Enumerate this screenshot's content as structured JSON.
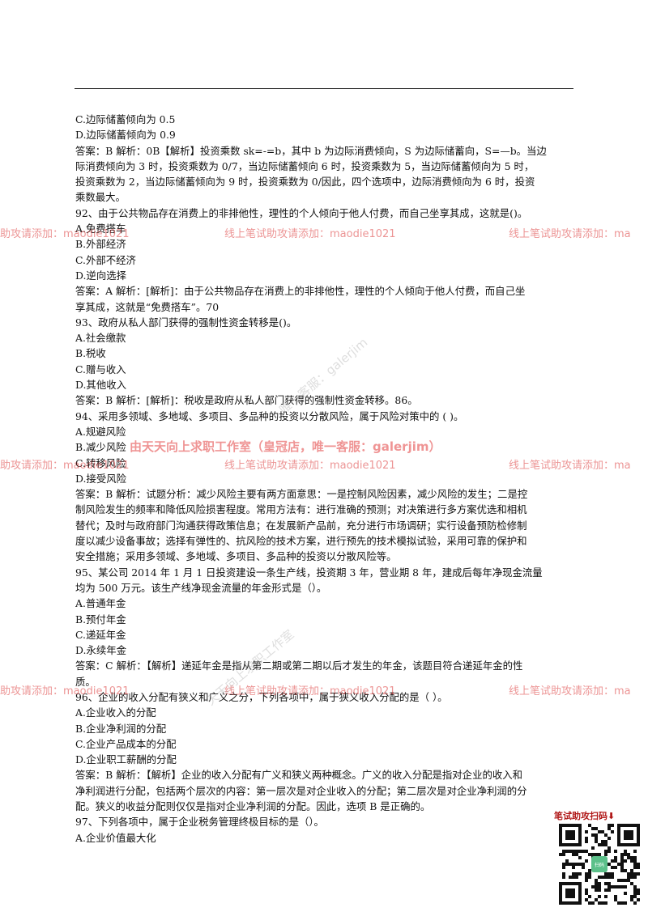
{
  "lines": [
    "C.边际储蓄倾向为 0.5",
    "D.边际储蓄倾向为 0.9",
    "答案：B 解析：0B【解析】投资乘数 sk=-=b，其中 b 为边际消费倾向，S 为边际储蓄向，S=—b。当边",
    "际消费倾向为 3 时，投资乘数为 0/7，当边际储蓄倾向 6 时，投资乘数为 5，当边际储蓄倾向为 5 时，",
    "投资乘数为 2，当边际储蓄倾向为 9 时，投资乘数为 0/因此，四个选项中，边际消费倾向为 6 时，投资",
    "乘数最大。",
    "92、由于公共物品存在消费上的非排他性，理性的个人倾向于他人付费，而自己坐享其成，这就是()。",
    "A.免费搭车",
    "B.外部经济",
    "C.外部不经济",
    "D.逆向选择",
    "答案：A 解析：[解析]：由于公共物品存在消费上的非排他性，理性的个人倾向于他人付费，而自己坐",
    "享其成，这就是“免费搭车”。70",
    "93、政府从私人部门获得的强制性资金转移是()。",
    "A.社会缴款",
    "B.税收",
    "C.赠与收入",
    "D.其他收入",
    "答案：B 解析：[解析]：税收是政府从私人部门获得的强制性资金转移。86。",
    "94、采用多领域、多地域、多项目、多品种的投资以分散风险，属于风险对策中的 ( )。",
    "A.规避风险",
    "B.减少风险",
    "C.转移风险",
    "D.接受风险",
    "答案：B 解析：试题分析：减少风险主要有两方面意思：一是控制风险因素，减少风险的发生；二是控",
    "制风险发生的频率和降低风险损害程度。常用方法有：进行准确的预测；对决策进行多方案优选和相机",
    "替代；及时与政府部门沟通获得政策信息；在发展新产品前，充分进行市场调研；实行设备预防检修制",
    "度以减少设备事故；选择有弹性的、抗风险的技术方案，进行预先的技术模拟试验，采用可靠的保护和",
    "安全措施；采用多领域、多地域、多项目、多品种的投资以分散风险等。",
    "95、某公司 2014 年 1 月 1 日投资建设一条生产线，投资期 3 年，营业期 8 年，建成后每年净现金流量",
    "均为 500 万元。该生产线净现金流量的年金形式是（）。",
    "A.普通年金",
    "B.预付年金",
    "C.递延年金",
    "D.永续年金",
    "答案：C 解析：【解析】递延年金是指从第二期或第二期以后才发生的年金，该题目符合递延年金的性",
    "质。",
    "96、企业的收入分配有狭义和广义之分，下列各项中，属于狭义收入分配的是（ ）。",
    "A.企业收入的分配",
    "B.企业净利润的分配",
    "C.企业产品成本的分配",
    "D.企业职工薪酬的分配",
    "答案：B 解析：【解析】企业的收入分配有广义和狭义两种概念。广义的收入分配是指对企业的收入和",
    "净利润进行分配，包括两个层次的内容：第一层次是对企业收入的分配；第二层次是对企业净利润的分",
    "配。狭义的收益分配则仅仅是指对企业净利润的分配。因此，选项 B 是正确的。",
    "97、下列各项中，属于企业税务管理终极目标的是（）。",
    "A.企业价值最大化"
  ],
  "watermarks": {
    "row_left": "助攻请添加：maodie1021",
    "row_mid": "线上笔试助攻请添加：maodie1021",
    "row_right": "线上笔试助攻请添加：ma",
    "banner": "由天天向上求职工作室（皇冠店，唯一客服：galerjim）",
    "diag1": "唯一客服：galerjim",
    "diag2": "天天向上求职工作室"
  },
  "qr": {
    "caption": "笔试助攻扫码⬇",
    "center_label": "扫码"
  },
  "colors": {
    "watermark_red": "#dc3c3c",
    "caption_red": "#b01818",
    "qr_center": "#5cc08a"
  }
}
